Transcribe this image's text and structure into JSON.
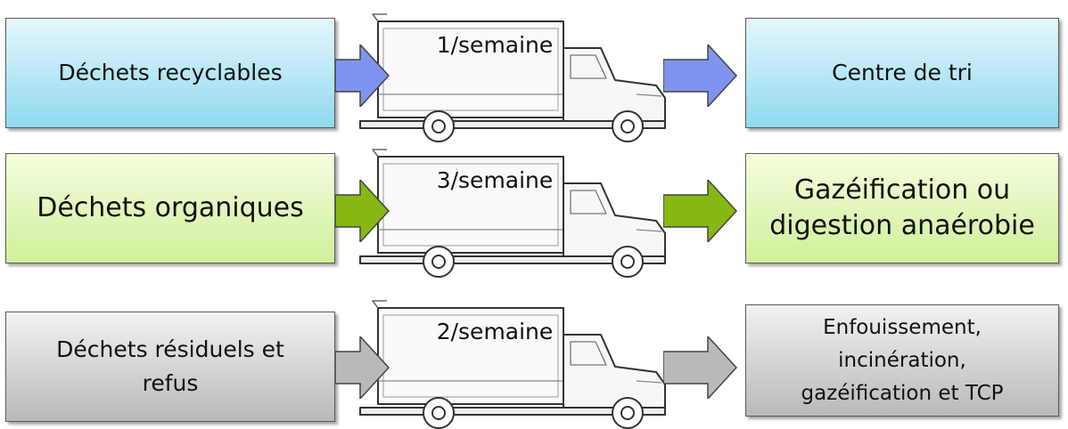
{
  "rows": [
    {
      "source": "Déchets recyclables",
      "frequency": "1/semaine",
      "destination": "Centre de tri",
      "arrow_color": "#7f94ef",
      "source_color": "light-blue"
    },
    {
      "source": "Déchets organiques",
      "frequency": "3/semaine",
      "destination_lines": [
        "Gazéification ou",
        "digestion anaérobie"
      ],
      "arrow_color": "#86b814",
      "source_color": "light-green"
    },
    {
      "source_lines": [
        "Déchets résiduels et",
        "refus"
      ],
      "frequency": "2/semaine",
      "destination_lines": [
        "Enfouissement,",
        "incinération,",
        "gazéification et TCP"
      ],
      "arrow_color": "#b9b9b9",
      "source_color": "light-gray"
    }
  ],
  "icons": [
    "truck-icon",
    "arrow-right-icon"
  ]
}
